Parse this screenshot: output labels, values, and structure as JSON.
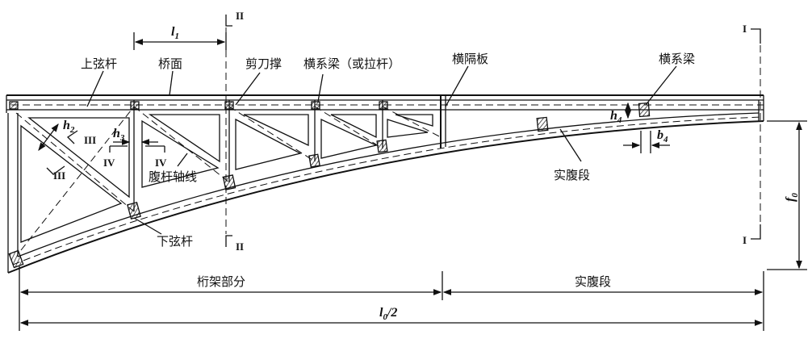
{
  "labels": {
    "upper_chord": "上弦杆",
    "deck": "桥面",
    "scissor_brace": "剪刀撑",
    "cross_beam_or_tie": "横系梁（或拉杆）",
    "diaphragm": "横隔板",
    "cross_beam": "横系梁",
    "web_axis": "腹杆轴线",
    "lower_chord": "下弦杆",
    "solid_web": "实腹段",
    "truss_part": "桁架部分",
    "solid_web_section": "实腹段"
  },
  "dimensions": {
    "l1_main": "l",
    "l1_sub": "1",
    "h2_main": "h",
    "h2_sub": "2",
    "h3_main": "h",
    "h3_sub": "3",
    "h4_main": "h",
    "h4_sub": "4",
    "b4_main": "b",
    "b4_sub": "4",
    "f0_main": "f",
    "f0_sub": "0",
    "half_span_main": "l",
    "half_span_sub": "0",
    "half_span_tail": "/2"
  },
  "sections": {
    "I_top": "I",
    "I_bottom": "I",
    "II_top": "II",
    "II_bottom": "II",
    "III_a": "III",
    "III_b": "III",
    "IV_a": "IV",
    "IV_b": "IV"
  }
}
